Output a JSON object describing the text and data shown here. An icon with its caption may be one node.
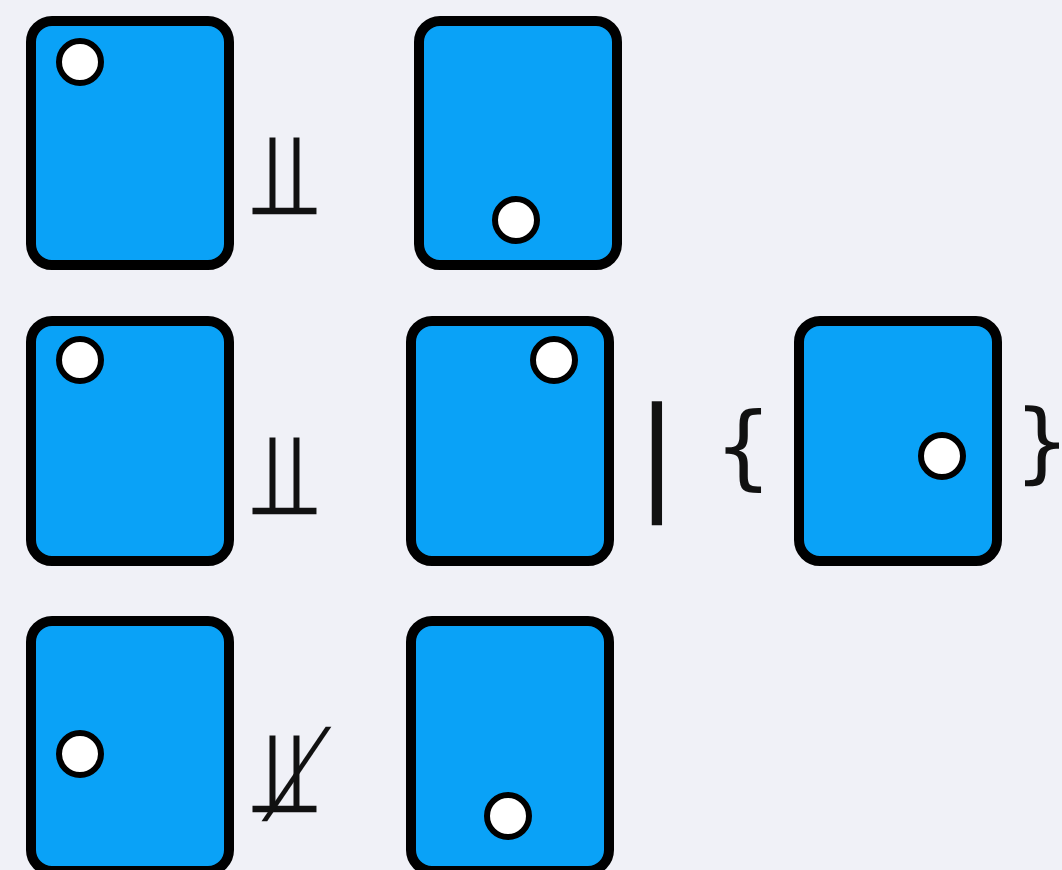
{
  "diagram": {
    "nodes": [
      {
        "text": [],
        "shape": "box"
      },
      {
        "text": [],
        "shape": "box"
      },
      {
        "text": [],
        "shape": "box"
      },
      {
        "text": [],
        "shape": "box"
      },
      {
        "text": [],
        "shape": "box"
      },
      {
        "text": [],
        "shape": "box"
      },
      {
        "text": [],
        "shape": "box"
      }
    ],
    "labels": [
      "⫫",
      "⫫",
      "|",
      "{",
      "}",
      "⫫̸"
    ]
  }
}
